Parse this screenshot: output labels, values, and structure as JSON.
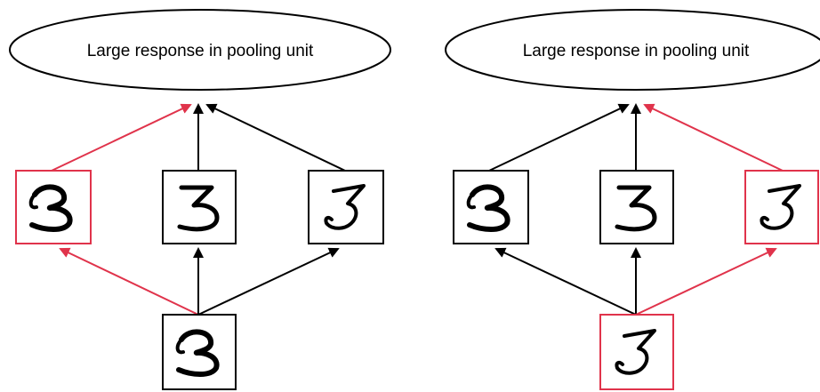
{
  "colors": {
    "highlight": "#e0334b",
    "default": "#000000",
    "background": "#ffffff"
  },
  "panels": [
    {
      "pooling_unit_label": "Large response in pooling unit",
      "feature_detectors": [
        {
          "digit": "3",
          "style": "rotated-left",
          "highlighted": true
        },
        {
          "digit": "3",
          "style": "upright",
          "highlighted": false
        },
        {
          "digit": "3",
          "style": "rotated-right",
          "highlighted": false
        }
      ],
      "input": {
        "digit": "3",
        "style": "rotated-left",
        "highlighted": false
      }
    },
    {
      "pooling_unit_label": "Large response in pooling unit",
      "feature_detectors": [
        {
          "digit": "3",
          "style": "rotated-left",
          "highlighted": false
        },
        {
          "digit": "3",
          "style": "upright",
          "highlighted": false
        },
        {
          "digit": "3",
          "style": "rotated-right",
          "highlighted": true
        }
      ],
      "input": {
        "digit": "3",
        "style": "rotated-right",
        "highlighted": true
      }
    }
  ]
}
